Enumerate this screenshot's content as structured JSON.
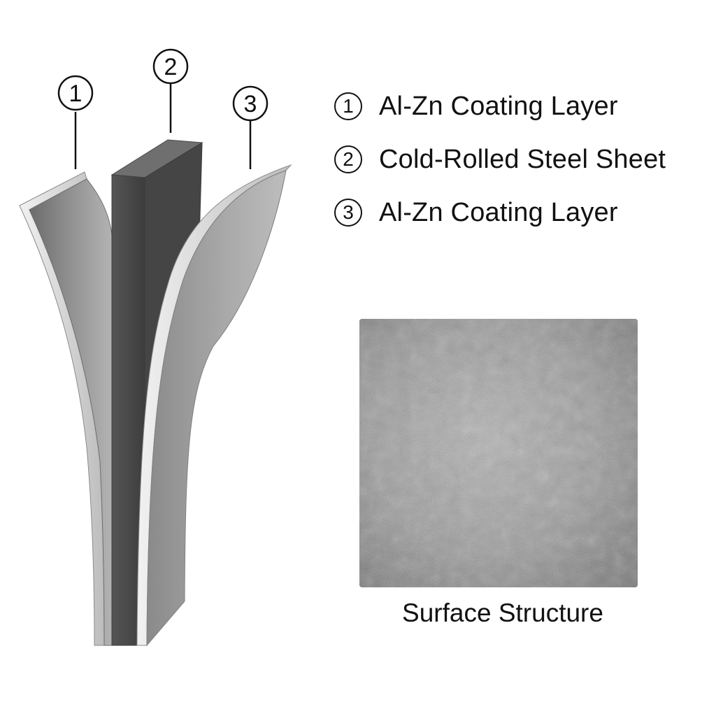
{
  "callouts": [
    {
      "number": "1"
    },
    {
      "number": "2"
    },
    {
      "number": "3"
    }
  ],
  "legend": [
    {
      "number": "1",
      "label": "Al-Zn Coating Layer"
    },
    {
      "number": "2",
      "label": "Cold-Rolled Steel Sheet"
    },
    {
      "number": "3",
      "label": "Al-Zn Coating Layer"
    }
  ],
  "surface": {
    "caption": "Surface Structure"
  },
  "colors": {
    "steel_core": "#4b4b4b",
    "coating_light": "#a9a9a9",
    "edge_highlight": "#d9d9d9",
    "surface_base": "#8a8a8a",
    "text": "#111111"
  }
}
